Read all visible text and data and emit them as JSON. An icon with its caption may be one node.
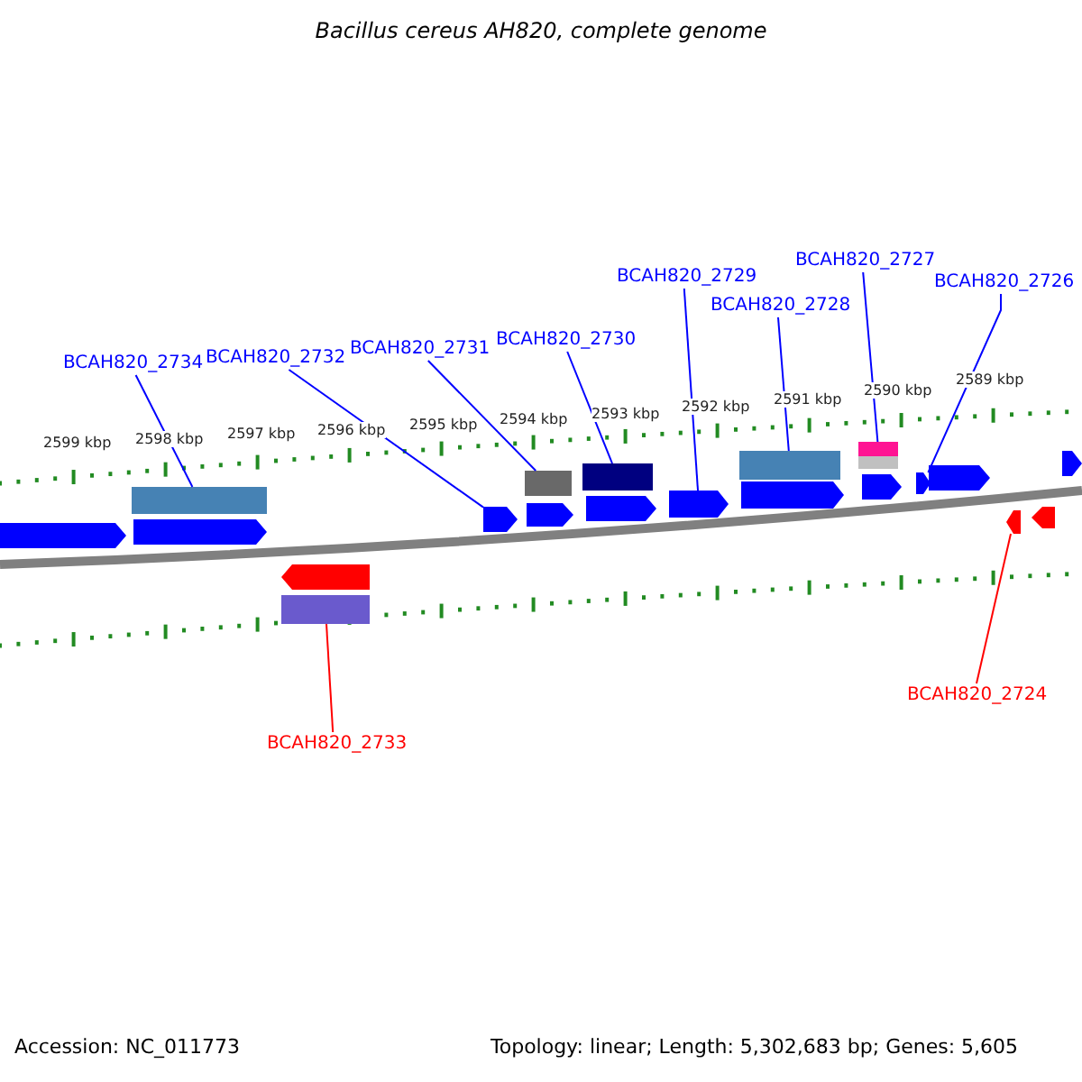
{
  "diagram": {
    "title": "Bacillus cereus AH820, complete genome",
    "nodes": [
      {
        "text": [
          "BCAH820_2734"
        ]
      },
      {
        "text": [],
        "shape": "bar"
      },
      {
        "text": [
          "BCAH820_2732"
        ]
      },
      {
        "text": [],
        "shape": "arrow"
      },
      {
        "text": [
          "BCAH820_2731"
        ]
      },
      {
        "text": [],
        "shape": "bar"
      },
      {
        "text": [
          "BCAH820_2730"
        ]
      },
      {
        "text": [],
        "shape": "bar"
      },
      {
        "text": [
          "BCAH820_2729"
        ]
      },
      {
        "text": [],
        "shape": "arrow"
      },
      {
        "text": [
          "BCAH820_2728"
        ]
      },
      {
        "text": [],
        "shape": "bar"
      },
      {
        "text": [
          "BCAH820_2727"
        ]
      },
      {
        "text": [],
        "shape": "bar"
      },
      {
        "text": [
          "BCAH820_2726"
        ]
      },
      {
        "text": [],
        "shape": "arrow"
      },
      {
        "text": [
          "BCAH820_2733"
        ]
      },
      {
        "text": [],
        "shape": "bar"
      },
      {
        "text": [
          "BCAH820_2724"
        ]
      },
      {
        "text": [],
        "shape": "arrow"
      },
      {
        "text": [],
        "shape": "arrow"
      },
      {
        "text": [],
        "shape": "arrow"
      },
      {
        "text": [],
        "shape": "arrow"
      },
      {
        "text": [],
        "shape": "arrow"
      },
      {
        "text": [],
        "shape": "arrow"
      },
      {
        "text": [],
        "shape": "arrow"
      },
      {
        "text": [],
        "shape": "arrow"
      },
      {
        "text": [],
        "shape": "arrow"
      },
      {
        "text": [],
        "shape": "arrow"
      },
      {
        "text": [],
        "shape": "arrow"
      },
      {
        "text": [],
        "shape": "bar"
      }
    ],
    "edges": [
      {
        "from": 0,
        "to": 1,
        "arrow": "none"
      },
      {
        "from": 2,
        "to": 3,
        "arrow": "none"
      },
      {
        "from": 4,
        "to": 5,
        "arrow": "none"
      },
      {
        "from": 6,
        "to": 7,
        "arrow": "none"
      },
      {
        "from": 8,
        "to": 9,
        "arrow": "none"
      },
      {
        "from": 10,
        "to": 11,
        "arrow": "none"
      },
      {
        "from": 12,
        "to": 13,
        "arrow": "none"
      },
      {
        "from": 14,
        "to": 15,
        "arrow": "none"
      },
      {
        "from": 16,
        "to": 17,
        "arrow": "none",
        "color": "#ff0000"
      },
      {
        "from": 18,
        "to": 19,
        "arrow": "none",
        "color": "#ff0000"
      }
    ],
    "labels": [
      "2599 kbp",
      "2598 kbp",
      "2597 kbp",
      "2596 kbp",
      "2595 kbp",
      "2594 kbp",
      "2593 kbp",
      "2592 kbp",
      "2591 kbp",
      "2590 kbp",
      "2589 kbp",
      "Accession: NC_011773",
      "Topology: linear; Length: 5,302,683 bp; Genes: 5,605"
    ]
  }
}
